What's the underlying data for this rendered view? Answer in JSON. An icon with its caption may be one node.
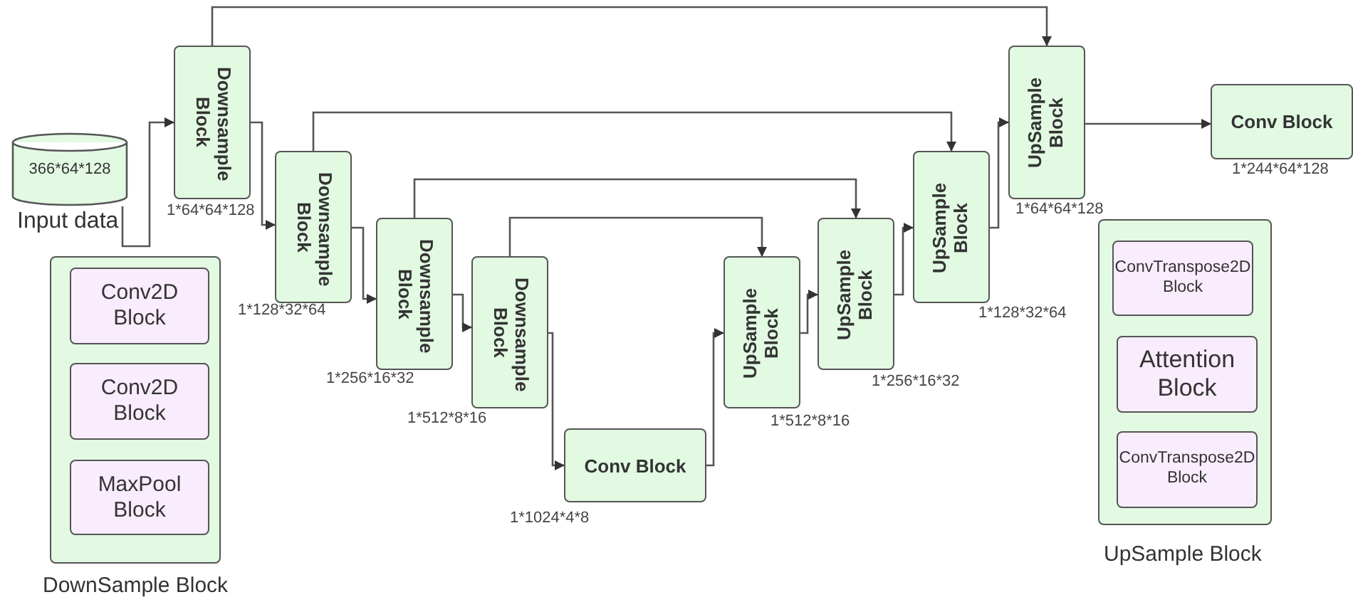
{
  "diagram": {
    "nodes": [
      {
        "text": [
          "366*64*128"
        ],
        "beside": [
          "Input data"
        ]
      },
      {
        "text": [
          "Downsample Block"
        ],
        "beside": [
          "1*64*64*128"
        ]
      },
      {
        "text": [
          "Downsample Block"
        ],
        "beside": [
          "1*128*32*64"
        ]
      },
      {
        "text": [
          "Downsample Block"
        ],
        "beside": [
          "1*256*16*32"
        ]
      },
      {
        "text": [
          "Downsample Block"
        ],
        "beside": [
          "1*512*8*16"
        ]
      },
      {
        "text": [
          "Conv Block"
        ],
        "beside": [
          "1*1024*4*8"
        ]
      },
      {
        "text": [
          "UpSample Block"
        ],
        "beside": [
          "1*512*8*16"
        ]
      },
      {
        "text": [
          "UpSample Block"
        ],
        "beside": [
          "1*256*16*32"
        ]
      },
      {
        "text": [
          "UpSample Block"
        ],
        "beside": [
          "1*128*32*64"
        ]
      },
      {
        "text": [
          "UpSample Block"
        ],
        "beside": [
          "1*64*64*128"
        ]
      },
      {
        "text": [
          "Conv Block"
        ],
        "beside": [
          "1*244*64*128"
        ]
      },
      {
        "text": [],
        "shape": "box",
        "beside": [
          "DownSample Block"
        ]
      },
      {
        "text": [
          "Conv2D Block"
        ],
        "in": 11
      },
      {
        "text": [
          "Conv2D Block"
        ],
        "in": 11
      },
      {
        "text": [
          "MaxPool Block"
        ],
        "in": 11
      },
      {
        "text": [],
        "shape": "box",
        "beside": [
          "UpSample Block"
        ]
      },
      {
        "text": [
          "ConvTranspose2D Block"
        ],
        "in": 15
      },
      {
        "text": [
          "Attention Block"
        ],
        "in": 15
      },
      {
        "text": [
          "ConvTranspose2D Block"
        ],
        "in": 15
      }
    ],
    "edges": [
      {
        "from": 0,
        "to": 1,
        "arrow": "to"
      },
      {
        "from": 1,
        "to": 2,
        "arrow": "to"
      },
      {
        "from": 2,
        "to": 3,
        "arrow": "to"
      },
      {
        "from": 3,
        "to": 4,
        "arrow": "to"
      },
      {
        "from": 4,
        "to": 5,
        "arrow": "to"
      },
      {
        "from": 5,
        "to": 6,
        "arrow": "to"
      },
      {
        "from": 6,
        "to": 7,
        "arrow": "to"
      },
      {
        "from": 7,
        "to": 8,
        "arrow": "to"
      },
      {
        "from": 8,
        "to": 9,
        "arrow": "to"
      },
      {
        "from": 9,
        "to": 10,
        "arrow": "to"
      },
      {
        "from": 1,
        "to": 9,
        "arrow": "to"
      },
      {
        "from": 2,
        "to": 8,
        "arrow": "to"
      },
      {
        "from": 3,
        "to": 7,
        "arrow": "to"
      },
      {
        "from": 4,
        "to": 6,
        "arrow": "to"
      }
    ]
  }
}
